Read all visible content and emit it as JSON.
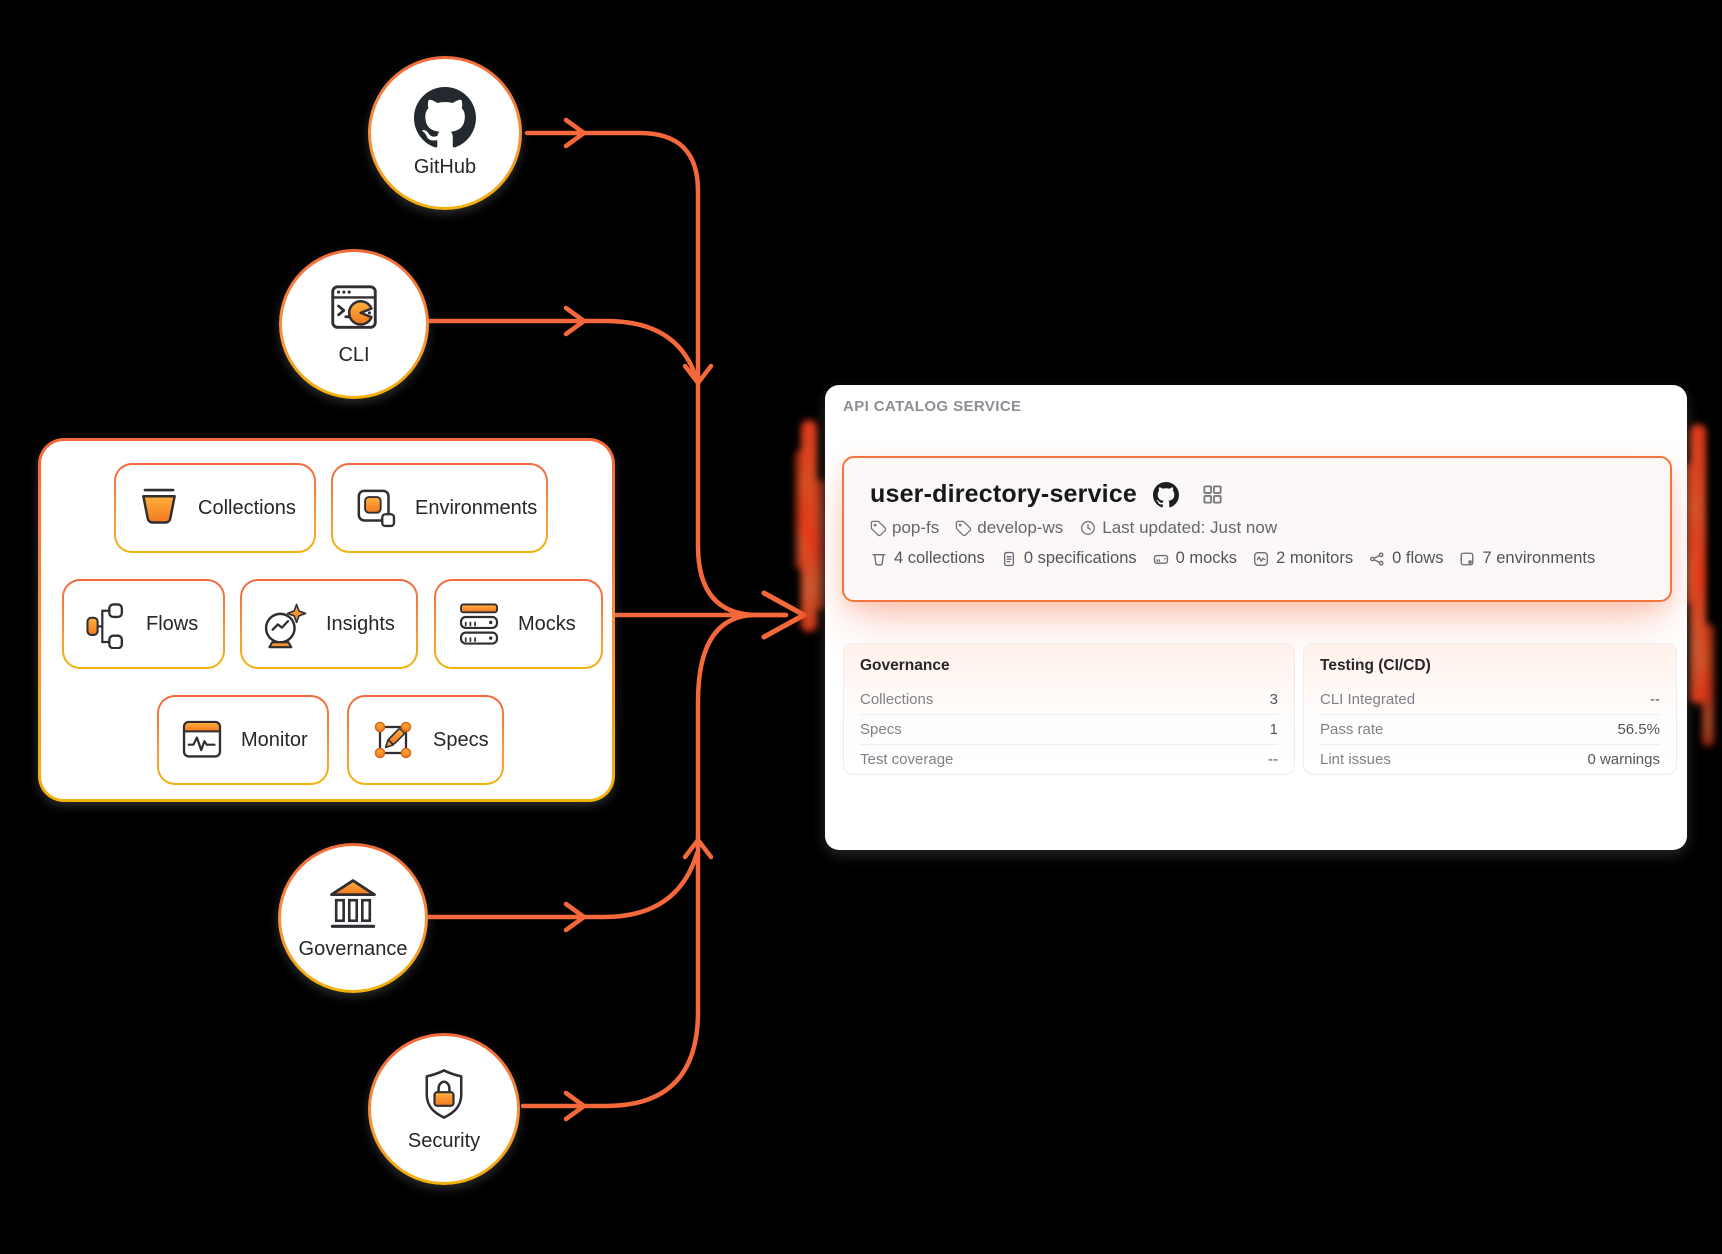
{
  "colors": {
    "accent_orange": "#F4683C",
    "accent_amber": "#F6A03B",
    "glow_red": "#E93C19",
    "text_dark": "#17171C",
    "text_gray": "#66666F"
  },
  "nodes": {
    "github": {
      "label": "GitHub"
    },
    "cli": {
      "label": "CLI"
    },
    "governance": {
      "label": "Governance"
    },
    "security": {
      "label": "Security"
    }
  },
  "toolbox": {
    "items": [
      {
        "label": "Collections"
      },
      {
        "label": "Environments"
      },
      {
        "label": "Flows"
      },
      {
        "label": "Insights"
      },
      {
        "label": "Mocks"
      },
      {
        "label": "Monitor"
      },
      {
        "label": "Specs"
      }
    ]
  },
  "catalog_card": {
    "header": "API CATALOG SERVICE",
    "service": {
      "name": "user-directory-service",
      "tags": [
        {
          "label": "pop-fs"
        },
        {
          "label": "develop-ws"
        }
      ],
      "last_updated": "Last updated: Just now",
      "stats": [
        {
          "icon": "collections-bucket-icon",
          "label": "4 collections"
        },
        {
          "icon": "specifications-file-icon",
          "label": "0 specifications"
        },
        {
          "icon": "mocks-server-icon",
          "label": "0 mocks"
        },
        {
          "icon": "monitors-activity-icon",
          "label": "2 monitors"
        },
        {
          "icon": "flows-share-icon",
          "label": "0 flows"
        },
        {
          "icon": "environments-frame-icon",
          "label": "7 environments"
        }
      ]
    },
    "panels": [
      {
        "title": "Governance",
        "rows": [
          {
            "label": "Collections",
            "value": "3"
          },
          {
            "label": "Specs",
            "value": "1"
          },
          {
            "label": "Test coverage",
            "value": "--"
          }
        ]
      },
      {
        "title": "Testing (CI/CD)",
        "rows": [
          {
            "label": "CLI Integrated",
            "value": "--"
          },
          {
            "label": "Pass rate",
            "value": "56.5%"
          },
          {
            "label": "Lint issues",
            "value": "0 warnings"
          }
        ]
      }
    ]
  }
}
